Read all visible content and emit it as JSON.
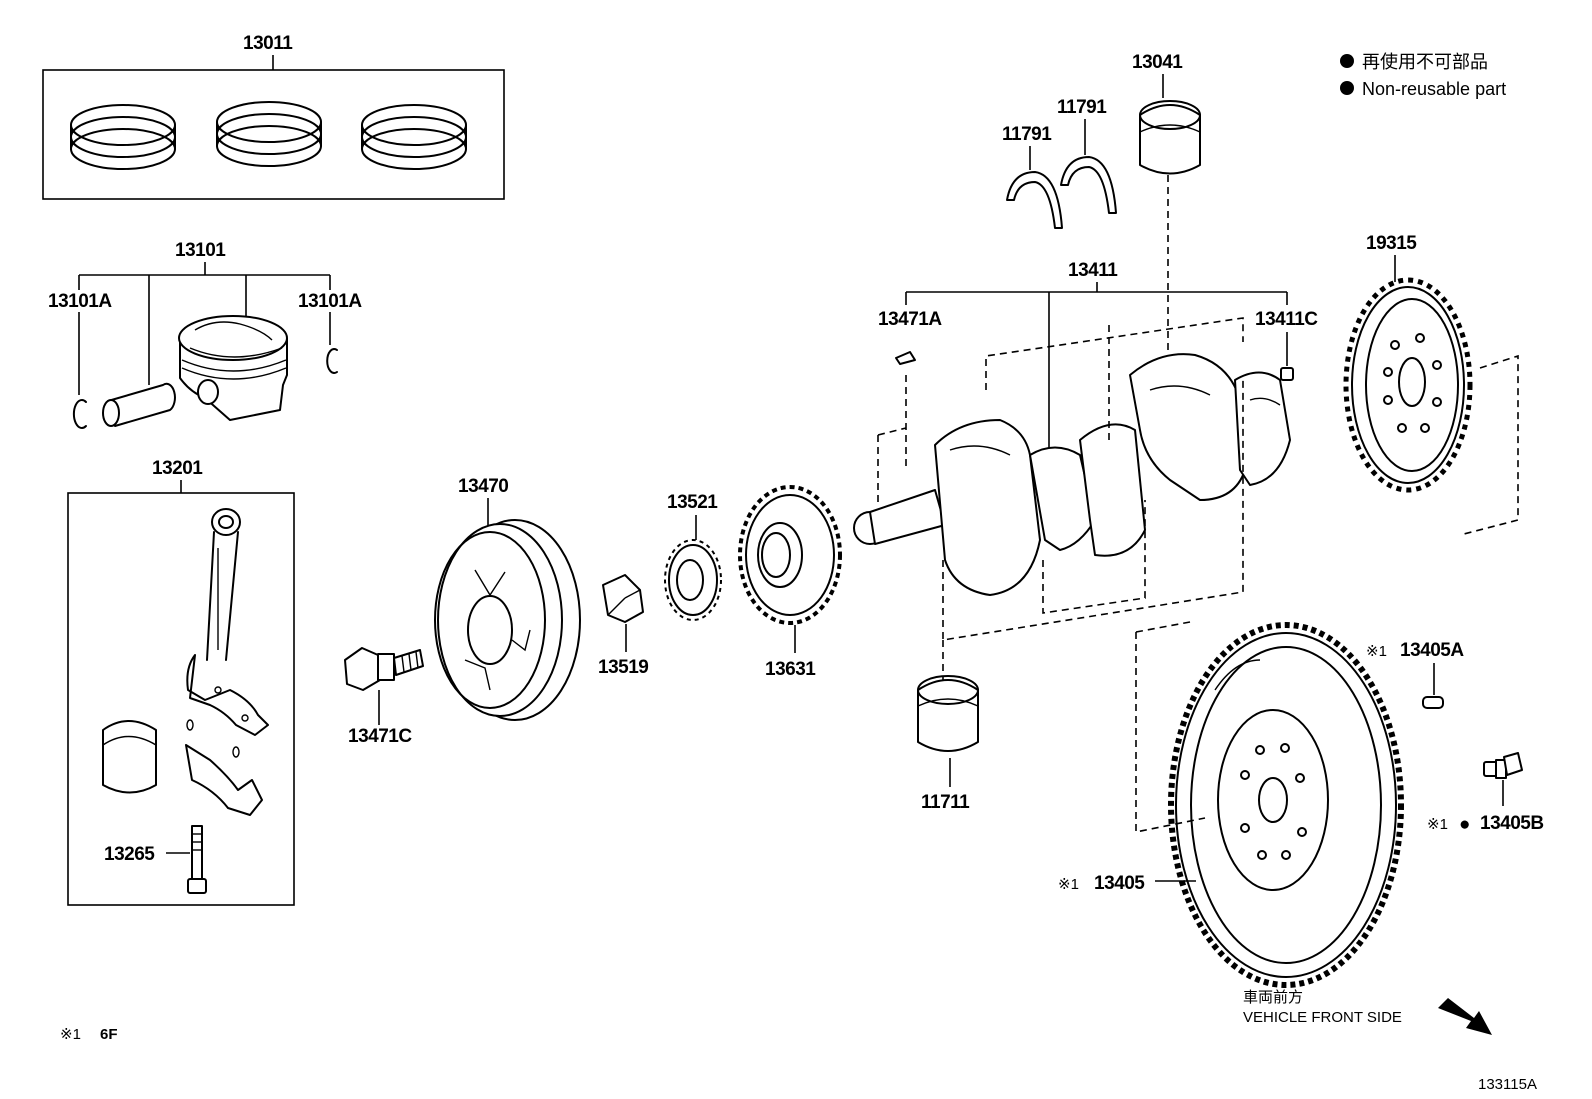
{
  "legend": {
    "jp": "再使用不可部品",
    "en": "Non-reusable part",
    "bullet": "●"
  },
  "parts": {
    "p13011": "13011",
    "p13101": "13101",
    "p13101a_left": "13101A",
    "p13101a_right": "13101A",
    "p13201": "13201",
    "p13265": "13265",
    "p13470": "13470",
    "p13471c": "13471C",
    "p13519": "13519",
    "p13521": "13521",
    "p13631": "13631",
    "p13411": "13411",
    "p13471a": "13471A",
    "p13411c": "13411C",
    "p11791_left": "11791",
    "p11791_right": "11791",
    "p13041": "13041",
    "p19315": "19315",
    "p11711": "11711",
    "p13405a": "13405A",
    "p13405b": "13405B",
    "p13405": "13405"
  },
  "marks": {
    "ref1": "※1",
    "nonreusable": "●"
  },
  "footnote": {
    "ref": "※1",
    "text": "6F"
  },
  "front": {
    "jp": "車両前方",
    "en": "VEHICLE FRONT SIDE"
  },
  "figure_id": "133115A"
}
